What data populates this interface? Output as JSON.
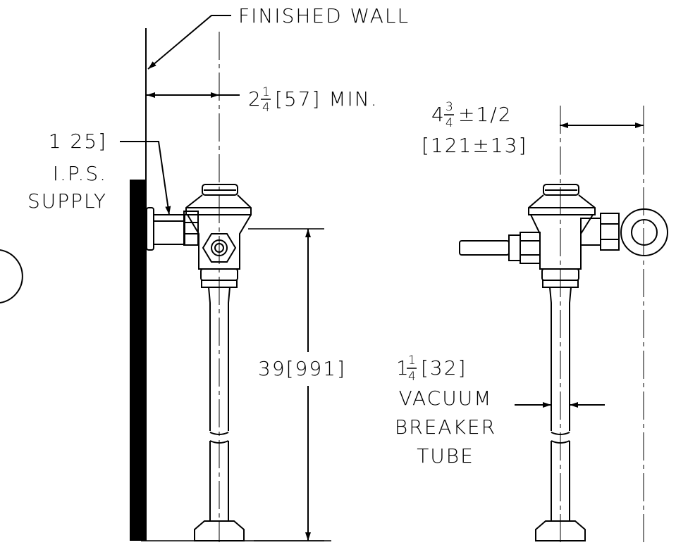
{
  "labels": {
    "finished_wall": "FINISHED WALL",
    "wall_clearance": {
      "whole": "2",
      "num": "1",
      "den": "4",
      "rest": "[57] MIN."
    },
    "supply": {
      "size": "1 25]",
      "ips": "I.P.S.",
      "supply": "SUPPLY"
    },
    "height": "39[991]",
    "offset": {
      "whole": "4",
      "num": "3",
      "den": "4",
      "rest": "±1/2",
      "metric": "[121±13]"
    },
    "tube": {
      "whole": "1",
      "num": "1",
      "den": "4",
      "rest": "[32]",
      "line1": "VACUUM",
      "line2": "BREAKER",
      "line3": "TUBE"
    }
  },
  "colors": {
    "ink": "#000000",
    "paper": "#ffffff"
  }
}
